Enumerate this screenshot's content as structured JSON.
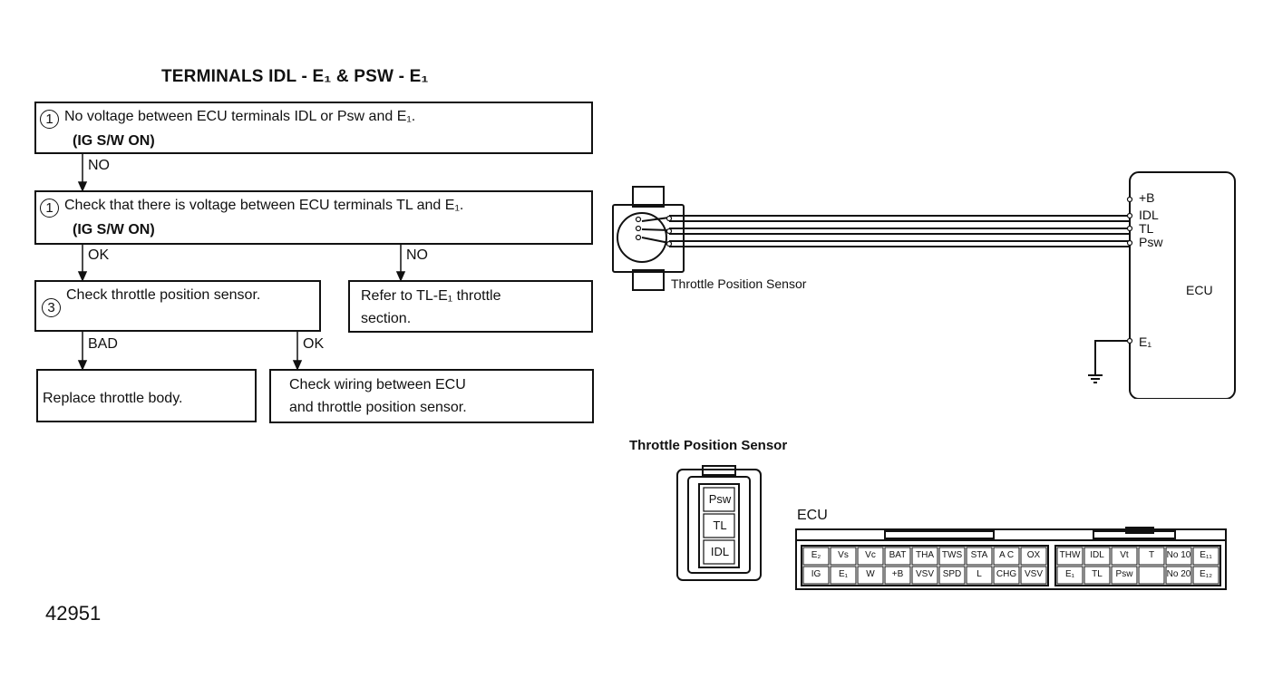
{
  "heading": "TERMINALS IDL - E₁ & PSW - E₁",
  "flowchart": {
    "box1": {
      "num": "1",
      "line1": "No voltage between ECU terminals IDL or Psw and E₁.",
      "line2": "(IG S/W ON)"
    },
    "arrow1_label": "NO",
    "box2": {
      "num": "1",
      "line1": "Check that there is voltage between ECU terminals TL and E₁.",
      "line2": "(IG S/W ON)"
    },
    "arrow2_ok_label": "OK",
    "arrow2_no_label": "NO",
    "box3": {
      "num": "3",
      "text": "Check throttle position sensor."
    },
    "box4": {
      "line1": "Refer to TL-E₁ throttle",
      "line2": "section."
    },
    "arrow3_bad_label": "BAD",
    "arrow3_ok_label": "OK",
    "box5": {
      "text": "Replace throttle body."
    },
    "box6": {
      "line1": "Check wiring between ECU",
      "line2": "and throttle position sensor."
    }
  },
  "wiring": {
    "sensor_label": "Throttle Position Sensor",
    "ecu_label": "ECU",
    "ecu_terminals": [
      "+B",
      "IDL",
      "TL",
      "Psw",
      "E₁"
    ]
  },
  "connector": {
    "title": "Throttle Position Sensor",
    "pins": [
      "Psw",
      "TL",
      "IDL"
    ]
  },
  "ecu_connector": {
    "title": "ECU",
    "row1_left": [
      "E₂",
      "Vs",
      "Vc",
      "BAT",
      "THA",
      "TWS",
      "STA",
      "A C",
      "OX"
    ],
    "row2_left": [
      "IG",
      "E₁",
      "W",
      "+B",
      "VSV",
      "SPD",
      "L",
      "CHG",
      "VSV"
    ],
    "row1_right": [
      "THW",
      "IDL",
      "Vt",
      "T",
      "No 10",
      "E₁₁"
    ],
    "row2_right": [
      "E₁",
      "TL",
      "Psw",
      "",
      "No 20",
      "E₁₂"
    ]
  },
  "figure_id": "42951"
}
